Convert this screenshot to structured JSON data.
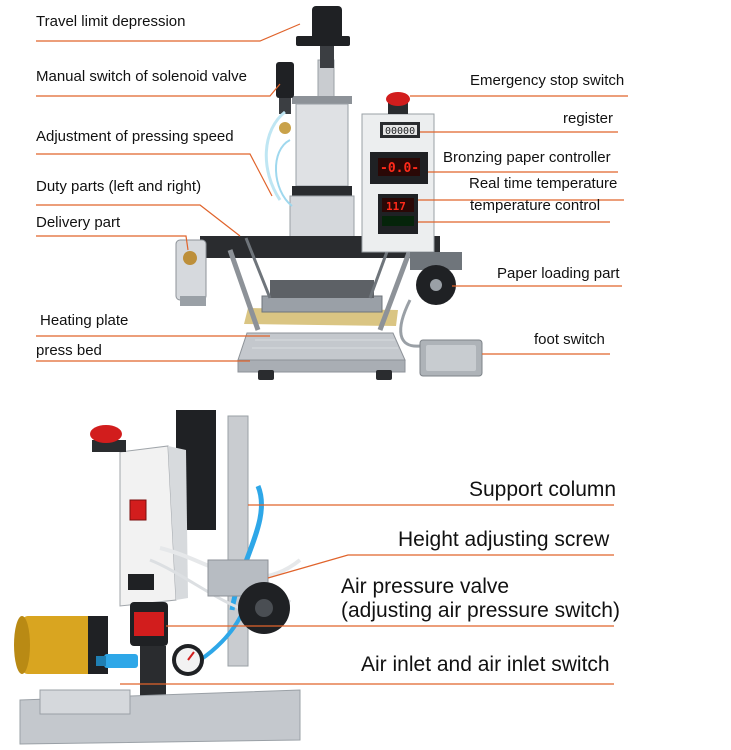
{
  "colors": {
    "leader": "#e0632b",
    "text": "#111111",
    "metal": "#c9ccd0",
    "aluminum": "#b7bcc2",
    "dark": "#1f2124",
    "box": "#f2f2f2",
    "red": "#d21d1d",
    "gold": "#d9a520",
    "cyan": "#2ea7e8",
    "display_red": "#ff2a1a"
  },
  "top_diagram": {
    "labels": {
      "travel_limit": "Travel limit depression",
      "manual_switch": "Manual switch of solenoid valve",
      "pressing_speed": "Adjustment of pressing speed",
      "duty_parts": "Duty parts (left and right)",
      "delivery_part": "Delivery part",
      "heating_plate": "Heating plate",
      "press_bed": "press bed",
      "emergency_stop": "Emergency stop switch",
      "register": "register",
      "bronzing_controller": "Bronzing paper controller",
      "real_time_temp": "Real time temperature",
      "temp_control": "temperature control",
      "paper_loading": "Paper loading part",
      "foot_switch": "foot switch"
    },
    "displays": {
      "counter": "00000",
      "speed": "-0.0-",
      "temp": "117"
    },
    "icons": [
      "emergency-stop-icon",
      "counter-icon",
      "temperature-display-icon",
      "foot-pedal-icon",
      "paper-roll-icon"
    ]
  },
  "bottom_diagram": {
    "labels": {
      "support_column": "Support column",
      "height_screw": "Height adjusting screw",
      "air_valve_line1": "Air pressure valve",
      "air_valve_line2": "(adjusting air pressure switch)",
      "air_inlet": "Air inlet and air inlet switch"
    },
    "icons": [
      "power-switch-icon",
      "pressure-gauge-icon",
      "gold-foil-roll-icon"
    ]
  }
}
